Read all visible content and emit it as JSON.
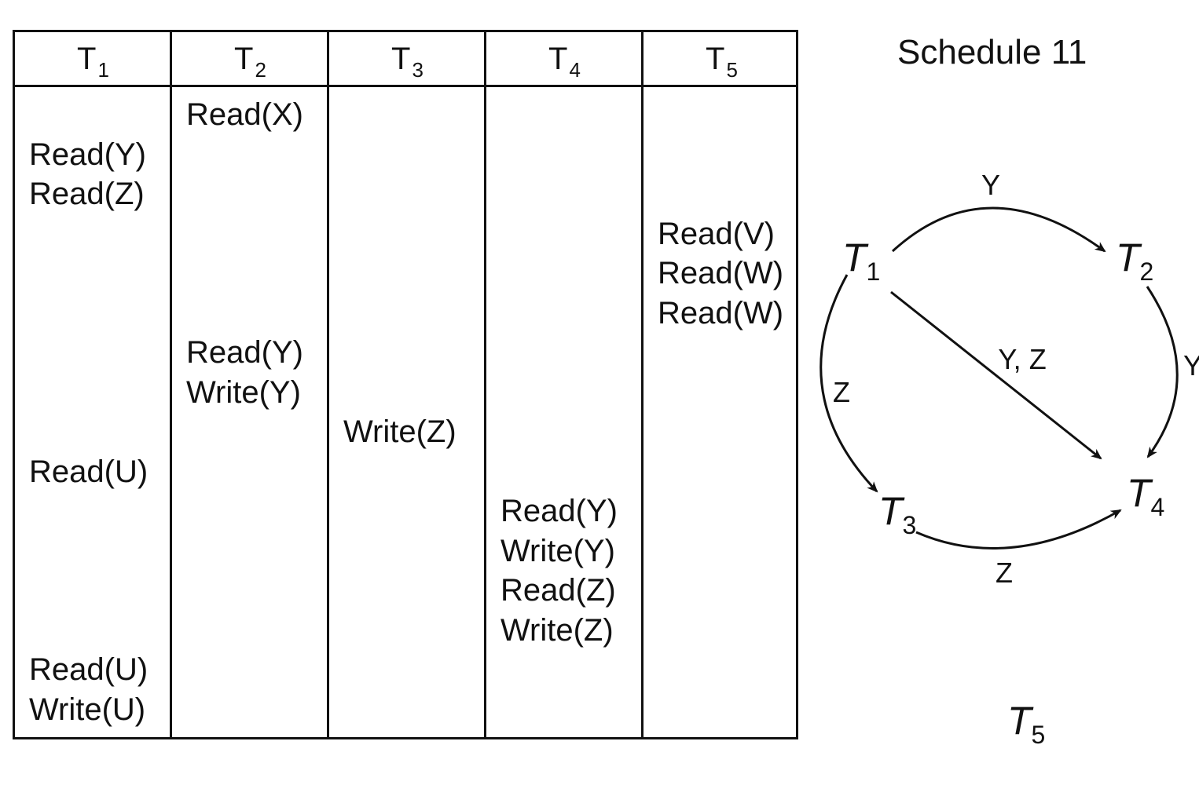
{
  "title": "Schedule 11",
  "table": {
    "columns": [
      {
        "name": "T",
        "sub": "1"
      },
      {
        "name": "T",
        "sub": "2"
      },
      {
        "name": "T",
        "sub": "3"
      },
      {
        "name": "T",
        "sub": "4"
      },
      {
        "name": "T",
        "sub": "5"
      }
    ],
    "operations": [
      {
        "txn": 1,
        "step": 0,
        "text": "Read(X)"
      },
      {
        "txn": 0,
        "step": 1,
        "text": "Read(Y)"
      },
      {
        "txn": 0,
        "step": 2,
        "text": "Read(Z)"
      },
      {
        "txn": 4,
        "step": 3,
        "text": "Read(V)"
      },
      {
        "txn": 4,
        "step": 4,
        "text": "Read(W)"
      },
      {
        "txn": 4,
        "step": 5,
        "text": "Read(W)"
      },
      {
        "txn": 1,
        "step": 6,
        "text": "Read(Y)"
      },
      {
        "txn": 1,
        "step": 7,
        "text": "Write(Y)"
      },
      {
        "txn": 2,
        "step": 8,
        "text": "Write(Z)"
      },
      {
        "txn": 0,
        "step": 9,
        "text": "Read(U)"
      },
      {
        "txn": 3,
        "step": 10,
        "text": "Read(Y)"
      },
      {
        "txn": 3,
        "step": 11,
        "text": "Write(Y)"
      },
      {
        "txn": 3,
        "step": 12,
        "text": "Read(Z)"
      },
      {
        "txn": 3,
        "step": 13,
        "text": "Write(Z)"
      },
      {
        "txn": 0,
        "step": 14,
        "text": "Read(U)"
      },
      {
        "txn": 0,
        "step": 15,
        "text": "Write(U)"
      }
    ]
  },
  "graph": {
    "nodes": [
      {
        "id": "T1",
        "name": "T",
        "sub": "1"
      },
      {
        "id": "T2",
        "name": "T",
        "sub": "2"
      },
      {
        "id": "T3",
        "name": "T",
        "sub": "3"
      },
      {
        "id": "T4",
        "name": "T",
        "sub": "4"
      },
      {
        "id": "T5",
        "name": "T",
        "sub": "5"
      }
    ],
    "edges": [
      {
        "from": "T1",
        "to": "T2",
        "label": "Y"
      },
      {
        "from": "T1",
        "to": "T4",
        "label": "Y, Z"
      },
      {
        "from": "T1",
        "to": "T3",
        "label": "Z"
      },
      {
        "from": "T2",
        "to": "T4",
        "label": "Y"
      },
      {
        "from": "T3",
        "to": "T4",
        "label": "Z"
      }
    ]
  }
}
